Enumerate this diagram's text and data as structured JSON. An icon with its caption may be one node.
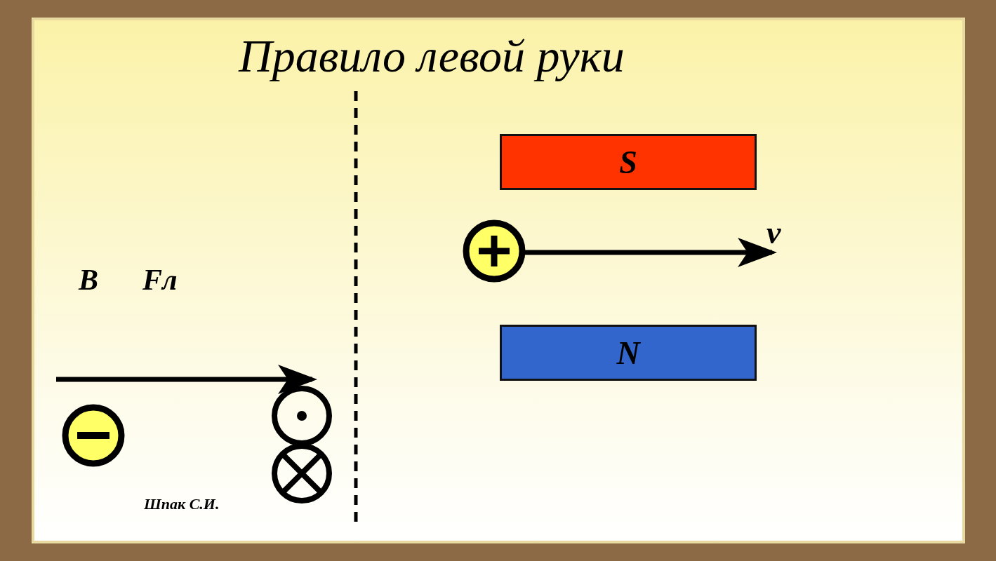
{
  "diagram": {
    "title": "Правило левой руки",
    "nodes": [
      {
        "text": [
          "S"
        ]
      },
      {
        "text": [
          "N"
        ]
      }
    ],
    "labels": [
      "v",
      "B",
      "Fл",
      "Шпак С.И."
    ]
  }
}
